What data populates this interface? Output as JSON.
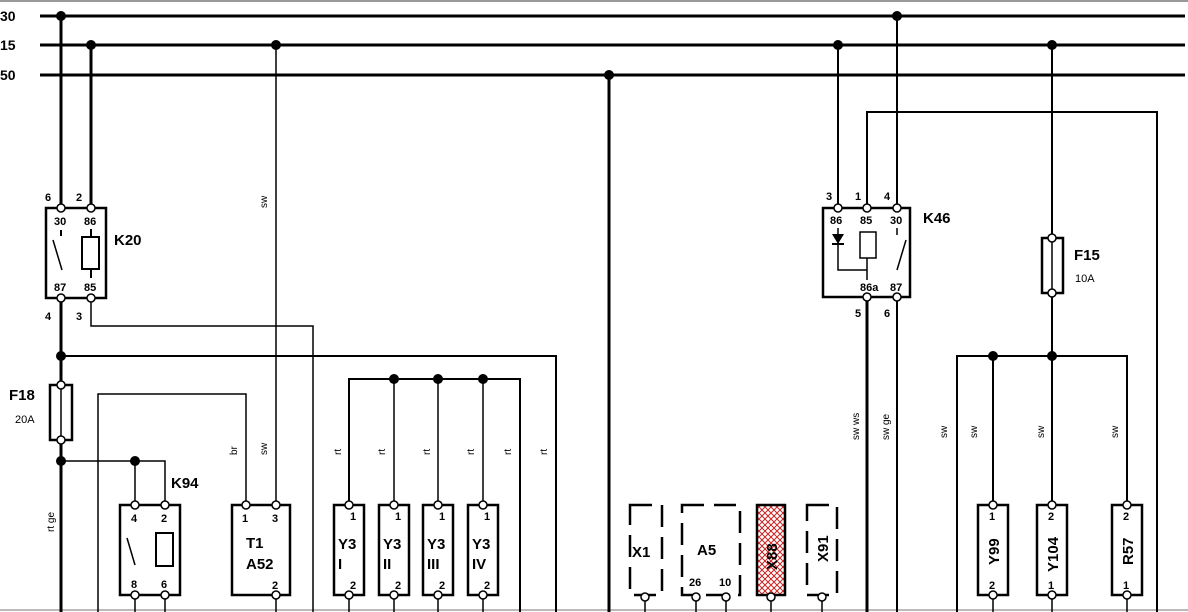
{
  "rails": [
    {
      "label": "30"
    },
    {
      "label": "15"
    },
    {
      "label": "50"
    }
  ],
  "k20": {
    "name": "K20",
    "pins_outer": [
      "6",
      "2",
      "4",
      "3"
    ],
    "pins_inner": [
      "30",
      "86",
      "87",
      "85"
    ]
  },
  "k46": {
    "name": "K46",
    "pins_outer": [
      "3",
      "1",
      "4",
      "5",
      "6"
    ],
    "pins_inner": [
      "86",
      "85",
      "30",
      "86a",
      "87"
    ]
  },
  "f18": {
    "name": "F18",
    "rating": "20A"
  },
  "f15": {
    "name": "F15",
    "rating": "10A"
  },
  "k94": {
    "name": "K94",
    "pins": [
      "4",
      "2",
      "8",
      "6"
    ]
  },
  "t1": {
    "name1": "T1",
    "name2": "A52",
    "pins": [
      "1",
      "3",
      "2"
    ]
  },
  "y3": [
    {
      "name": "Y3",
      "sub": "I",
      "pin_top": "1",
      "pin_bottom": "2"
    },
    {
      "name": "Y3",
      "sub": "II",
      "pin_top": "1",
      "pin_bottom": "2"
    },
    {
      "name": "Y3",
      "sub": "III",
      "pin_top": "1",
      "pin_bottom": "2"
    },
    {
      "name": "Y3",
      "sub": "IV",
      "pin_top": "1",
      "pin_bottom": "2"
    }
  ],
  "connectors": {
    "x1": "X1",
    "a5": "A5",
    "a5_pins": [
      "26",
      "10"
    ],
    "x88": "X88",
    "x91": "X91"
  },
  "right": [
    {
      "name": "Y99",
      "pin_top": "1",
      "pin_bottom": "2"
    },
    {
      "name": "Y104",
      "pin_top": "2",
      "pin_bottom": "1"
    },
    {
      "name": "R57",
      "pin_top": "2",
      "pin_bottom": "1"
    }
  ],
  "wire_colors": {
    "t1_sw": "sw",
    "t1_br": "br",
    "t1_sw2": "sw",
    "f18_out": "rt ge",
    "rt1": "rt",
    "rt2": "rt",
    "rt3": "rt",
    "rt4": "rt",
    "rt5": "rt",
    "rt6": "rt",
    "k46_5": "sw ws",
    "k46_6": "sw ge",
    "sw1": "sw",
    "sw2": "sw",
    "sw3": "sw",
    "sw4": "sw"
  },
  "colors": {
    "hatch": "#cc2222"
  }
}
